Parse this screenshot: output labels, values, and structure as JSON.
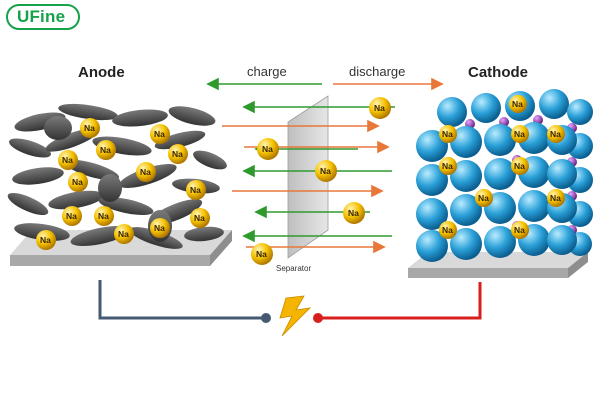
{
  "brand": {
    "name": "UFine"
  },
  "labels": {
    "anode": "Anode",
    "cathode": "Cathode",
    "separator": "Separator",
    "charge": "charge",
    "discharge": "discharge"
  },
  "ion_label": "Na",
  "colors": {
    "brand_green": "#15a24a",
    "charge_arrow": "#2e9a2e",
    "discharge_arrow": "#e8773a",
    "wire_anode": "#455a70",
    "wire_cathode": "#d81f1f",
    "sodium_ion": "#f0b400",
    "cathode_sphere": "#2aa0d8",
    "cathode_small_sphere": "#8a2fa0",
    "anode_flake": "#4a4a4a",
    "lightning": "#f4b400"
  },
  "icons": {
    "power": "lightning-bolt-icon"
  }
}
